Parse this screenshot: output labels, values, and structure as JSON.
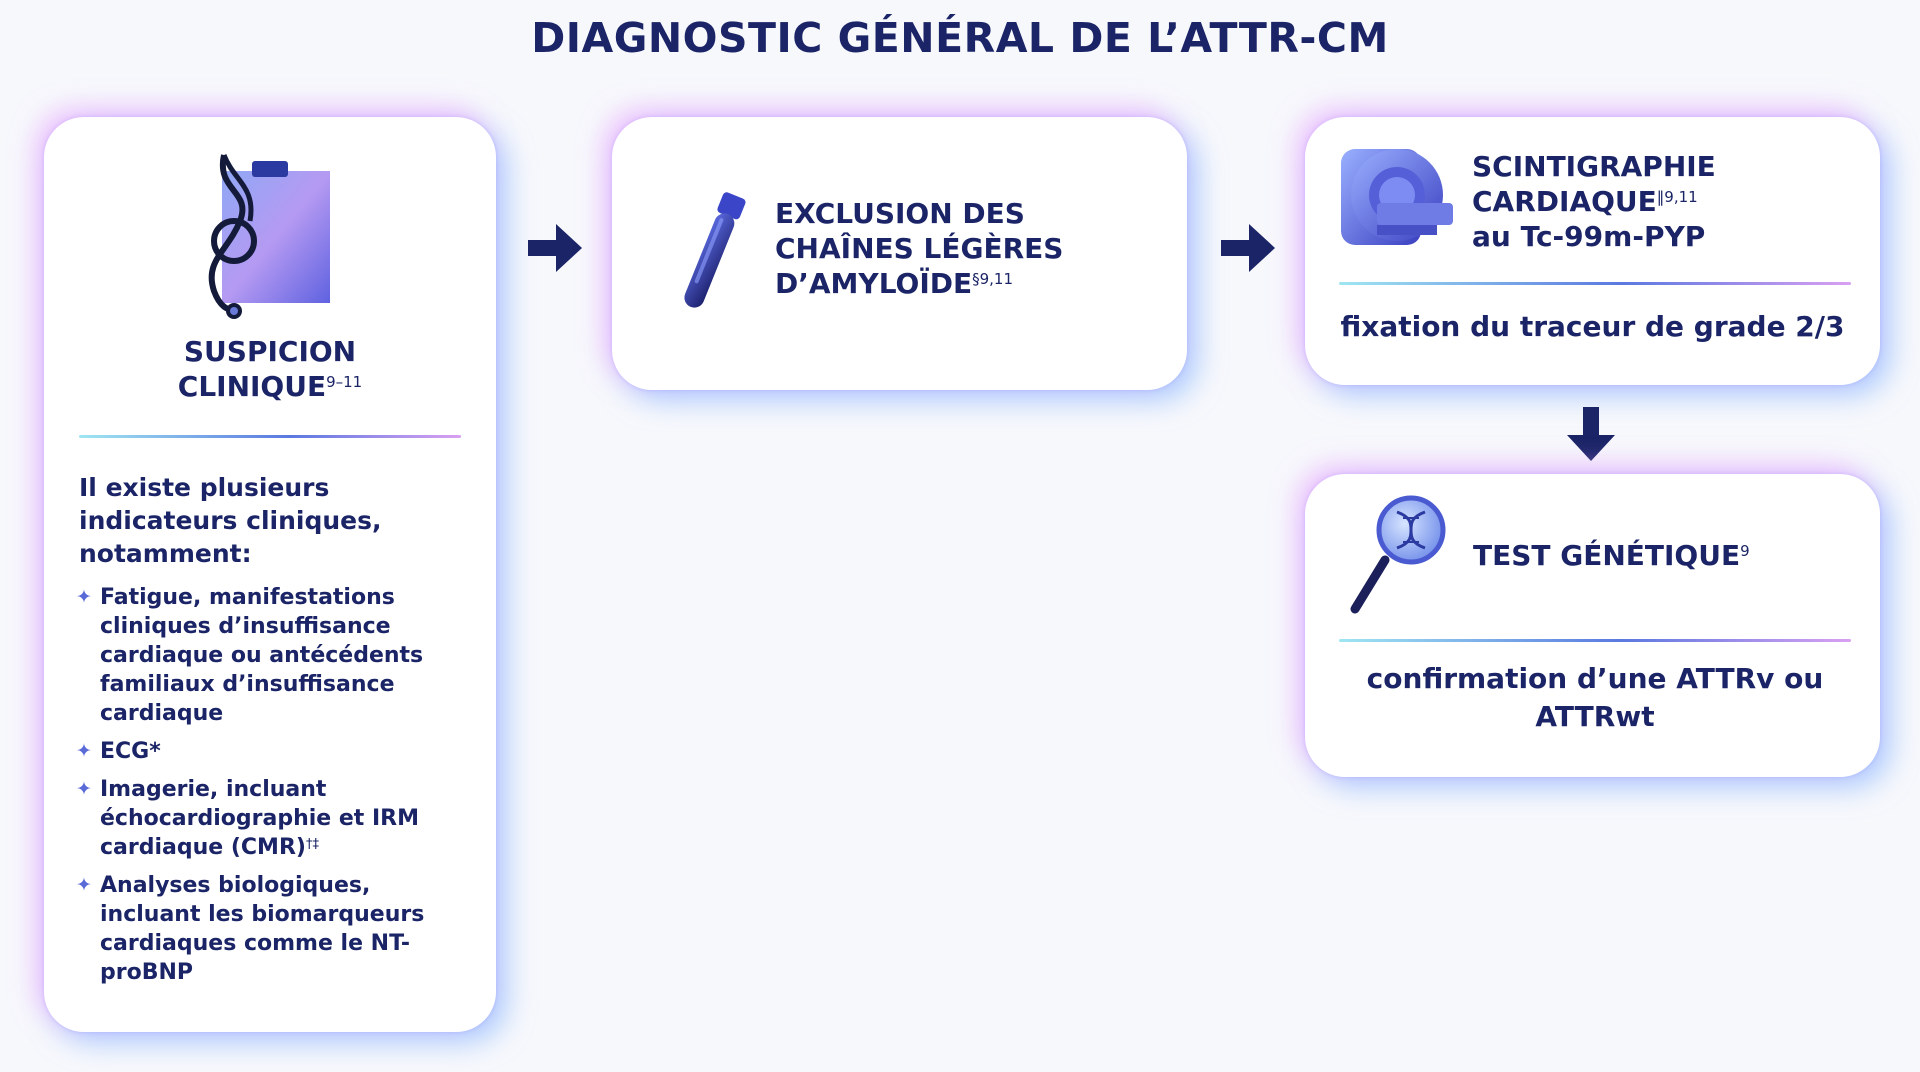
{
  "title": "DIAGNOSTIC GÉNÉRAL DE L’ATTR-CM",
  "colors": {
    "navy": "#1a2466",
    "accent": "#5b79e0",
    "card": "#ffffff"
  },
  "step1": {
    "icon": "clipboard-stethoscope-icon",
    "heading_line1": "SUSPICION",
    "heading_line2": "CLINIQUE",
    "heading_sup": "9–11",
    "intro": "Il existe plusieurs indicateurs cliniques, notamment:",
    "bullets": [
      {
        "text": "Fatigue, manifestations cliniques d’insuffisance cardiaque ou antécédents familiaux d’insuffisance cardiaque",
        "sup": ""
      },
      {
        "text": "ECG*",
        "sup": ""
      },
      {
        "text": "Imagerie, incluant échocardiographie et IRM cardiaque (CMR)",
        "sup": "†‡"
      },
      {
        "text": "Analyses biologiques, incluant les biomarqueurs cardiaques comme le NT-proBNP",
        "sup": ""
      }
    ]
  },
  "step2": {
    "icon": "test-tube-icon",
    "heading_line1": "EXCLUSION DES",
    "heading_line2": "CHAÎNES LÉGÈRES",
    "heading_line3": "D’AMYLOÏDE",
    "heading_sup": "§9,11"
  },
  "step3": {
    "icon": "scanner-icon",
    "heading_line1": "SCINTIGRAPHIE",
    "heading_line2": "CARDIAQUE",
    "heading_sup": "‖9,11",
    "heading_line3": "au Tc-99m-PYP",
    "result": "fixation du traceur de grade 2/3"
  },
  "step4": {
    "icon": "magnifier-dna-icon",
    "heading": "TEST GÉNÉTIQUE",
    "heading_sup": "9",
    "result_line1": "confirmation d’une ATTRv ou",
    "result_line2": "ATTRwt"
  }
}
